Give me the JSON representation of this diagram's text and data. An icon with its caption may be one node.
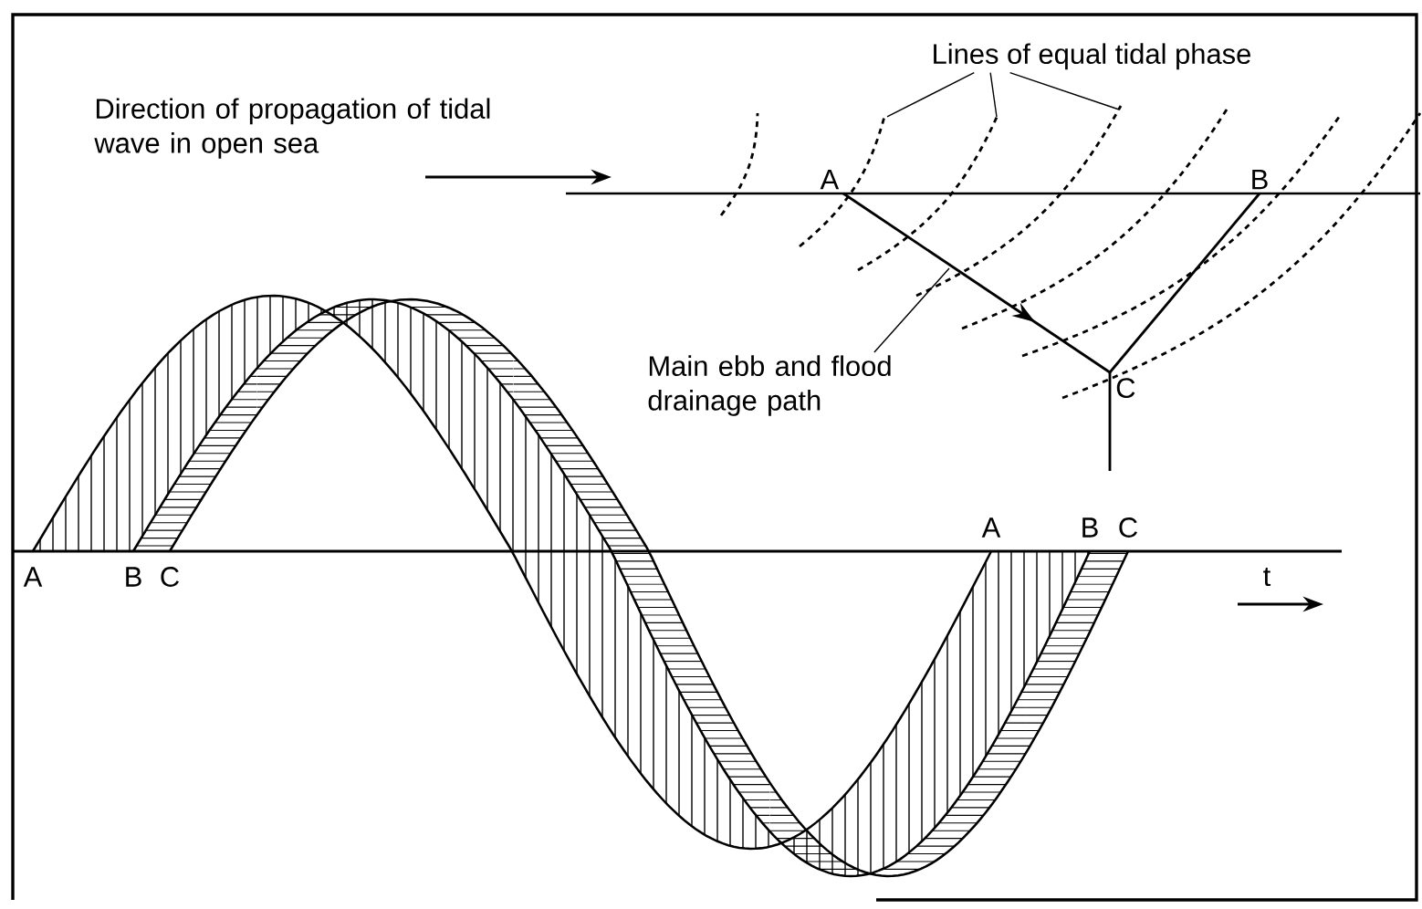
{
  "diagram": {
    "nodes": [
      {
        "text": [
          "Direction of propagation of tidal wave in open sea"
        ]
      },
      {
        "text": [
          "Lines of equal tidal phase"
        ]
      },
      {
        "text": [
          "A"
        ]
      },
      {
        "text": [
          "B"
        ]
      },
      {
        "text": [
          "C"
        ]
      },
      {
        "text": [
          "Main ebb and flood drainage path"
        ]
      }
    ],
    "edges": [
      {
        "from": 1,
        "to": null,
        "arrow": "none"
      },
      {
        "from": 1,
        "to": null,
        "arrow": "none"
      },
      {
        "from": 1,
        "to": null,
        "arrow": "none"
      },
      {
        "from": 2,
        "to": 4,
        "arrow": "to"
      },
      {
        "from": 3,
        "to": 4,
        "arrow": "none"
      },
      {
        "from": 4,
        "to": null,
        "arrow": "none"
      },
      {
        "from": 5,
        "to": null,
        "arrow": "none"
      }
    ],
    "labels": [
      "A",
      "B",
      "C",
      "A",
      "B",
      "C",
      "t"
    ]
  }
}
